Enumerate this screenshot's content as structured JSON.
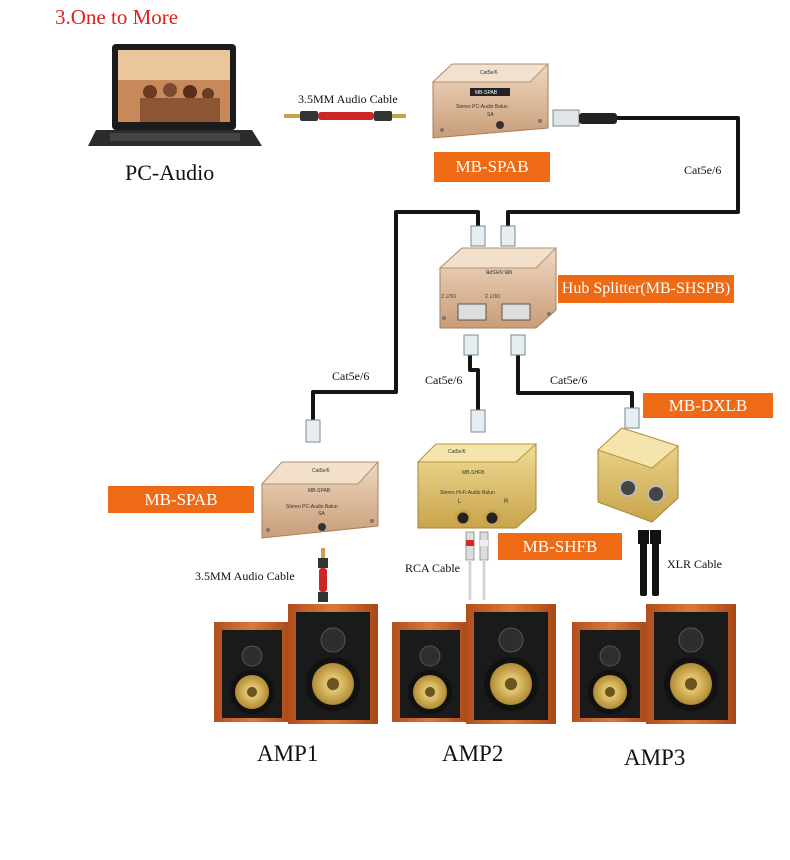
{
  "header": {
    "title": "3.One to More"
  },
  "source": {
    "caption": "PC-Audio"
  },
  "cables": {
    "audio_top": "3.5MM Audio Cable",
    "audio_bottom": "3.5MM Audio Cable",
    "rca": "RCA Cable",
    "xlr": "XLR Cable",
    "cat_top": "Cat5e/6",
    "cat_left": "Cat5e/6",
    "cat_mid": "Cat5e/6",
    "cat_right": "Cat5e/6"
  },
  "labels": {
    "spab_top": "MB-SPAB",
    "hub": "Hub Splitter(MB-SHSPB)",
    "dxlb": "MB-DXLB",
    "spab_left": "MB-SPAB",
    "shfb": "MB-SHFB"
  },
  "device_text": {
    "spab_top_brand": "MB-SPAB",
    "spab_top_model": "Stereo PC-Audio Balun",
    "spab_top_sub": "SA",
    "spab_top_port": "Cat5e/6",
    "hub_brand": "MB-SHSPB",
    "hub_out2": "OUT 2",
    "hub_out3": "OUT 3",
    "spab_left_brand": "MB-SPAB",
    "spab_left_model": "Stereo PC-Audio Balun",
    "spab_left_sub": "SA",
    "spab_left_port": "Cat5e/6",
    "shfb_brand": "MB-SHFB",
    "shfb_model": "Stereo Hi-Fi Audio Balun",
    "shfb_port": "Cat5e/6",
    "shfb_l": "L",
    "shfb_r": "R"
  },
  "amps": {
    "amp1": "AMP1",
    "amp2": "AMP2",
    "amp3": "AMP3"
  },
  "colors": {
    "accent": "#ee6a14",
    "title": "#e0201b",
    "device": "#d9b38f",
    "gold": "#d4b35a",
    "wood": "#c4612a"
  }
}
